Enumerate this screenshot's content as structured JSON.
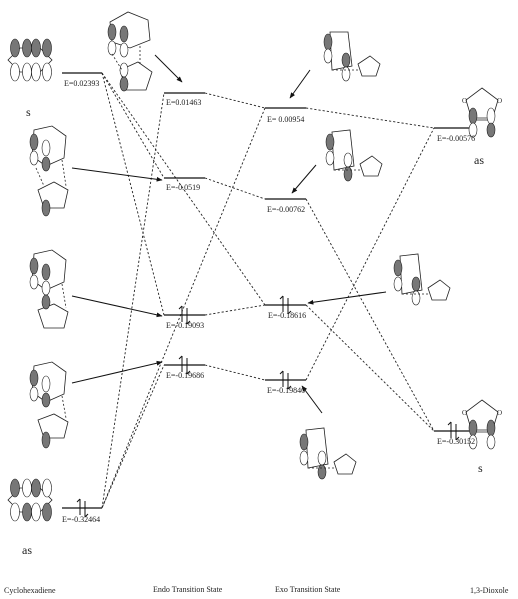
{
  "columns": [
    "Cyclohexadiene",
    "Endo Transition State",
    "Exo Transition State",
    "1,3-Dioxole"
  ],
  "levels": {
    "chd_top": "E=0.02393",
    "endo_top": "E=0.01463",
    "exo_top": "E= 0.00954",
    "diox_top": "E=-0.00576",
    "endo_2": "E=-0.0519",
    "exo_2": "E=-0.00762",
    "endo_3": "E=-0.19093",
    "exo_3": "E=-0.18616",
    "endo_4": "E=-0.19686",
    "exo_4": "E=-0.19840",
    "diox_low": "E=-0.30152",
    "chd_low": "E=-0.32464"
  },
  "symmetry": {
    "chd_top": "s",
    "chd_low": "as",
    "diox_top": "as",
    "diox_low": "s"
  },
  "colors": {
    "line": "#111111",
    "lobe": "#777777"
  }
}
